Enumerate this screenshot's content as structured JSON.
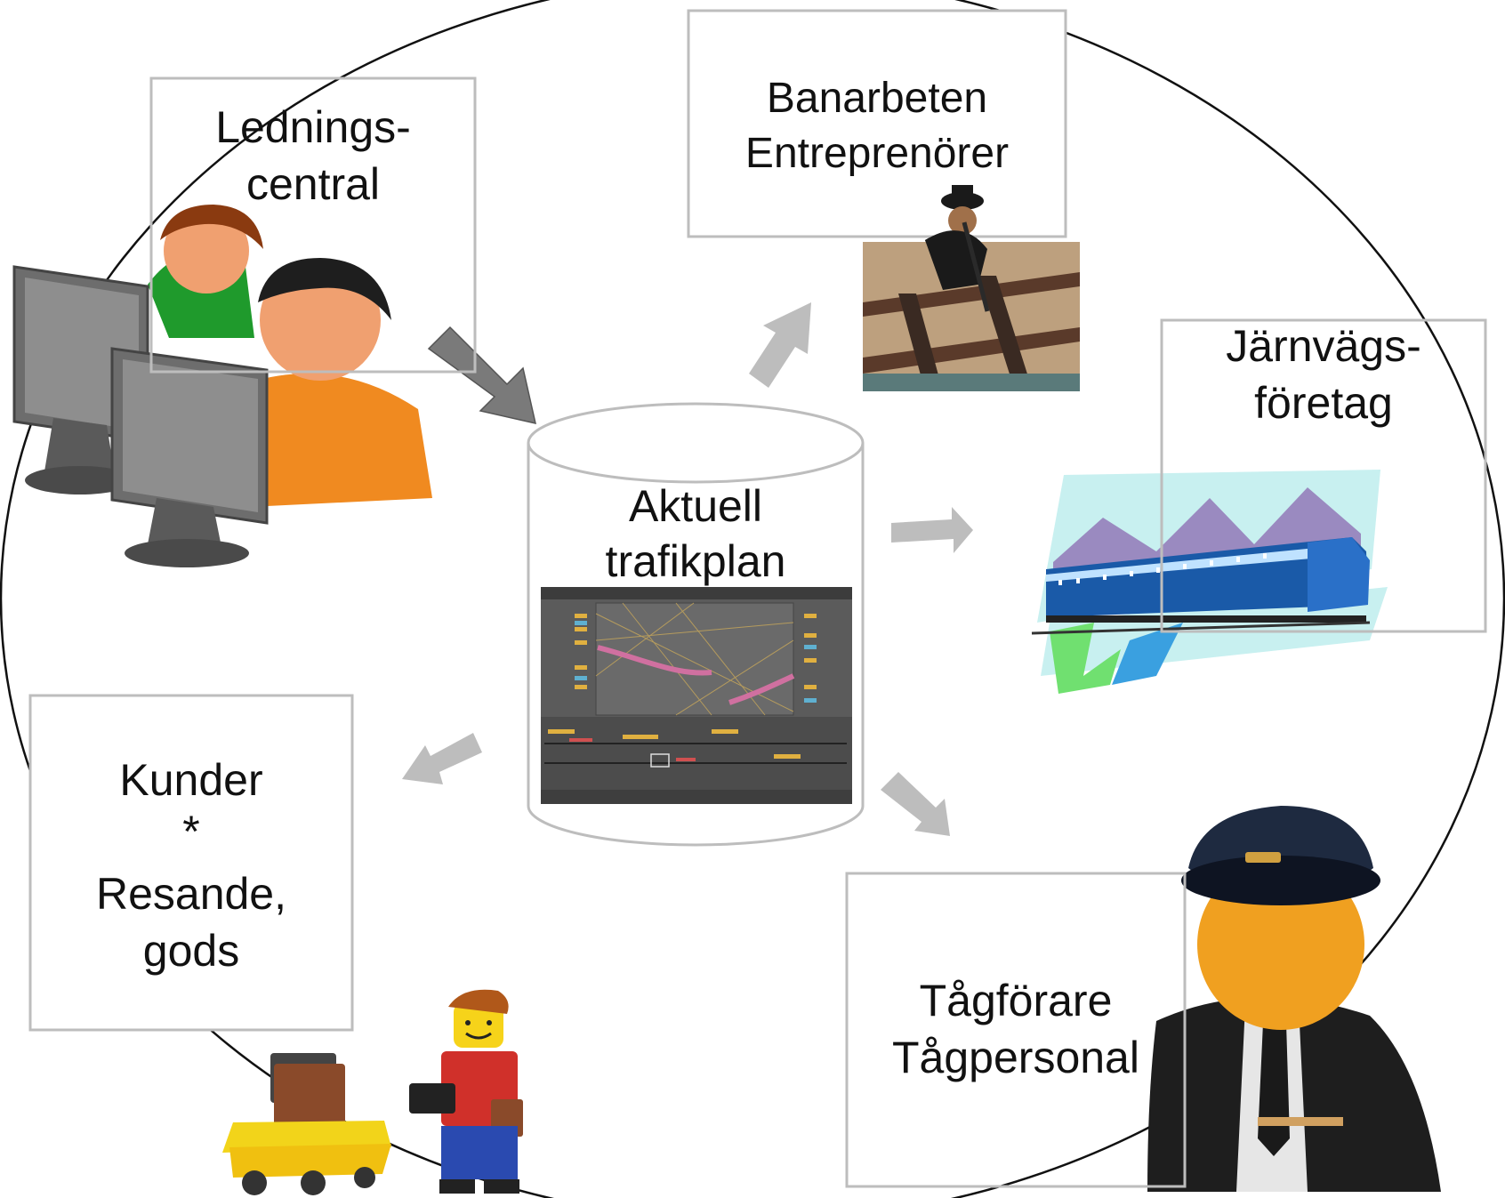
{
  "nodes": {
    "ledningscentral": {
      "line1": "Lednings-",
      "line2": "central"
    },
    "banarbeten": {
      "line1": "Banarbeten",
      "line2": "Entreprenörer"
    },
    "jarnvagsforetag": {
      "line1": "Järnvägs-",
      "line2": "företag"
    },
    "trafikplan": {
      "line1": "Aktuell",
      "line2": "trafikplan"
    },
    "kunder": {
      "line1": "Kunder",
      "line2": "*",
      "line3": "Resande,",
      "line4": "gods"
    },
    "tagforare": {
      "line1": "Tågförare",
      "line2": "Tågpersonal"
    }
  },
  "icons": [
    "operators-at-computers-icon",
    "track-worker-icon",
    "passenger-train-icon",
    "lego-traveller-icon",
    "train-conductor-icon",
    "traffic-plan-screenshot"
  ],
  "colors": {
    "box_border": "#bdbdbd",
    "arrow_dark": "#7a7a7a",
    "arrow_light": "#bdbdbd",
    "ellipse": "#111111"
  }
}
